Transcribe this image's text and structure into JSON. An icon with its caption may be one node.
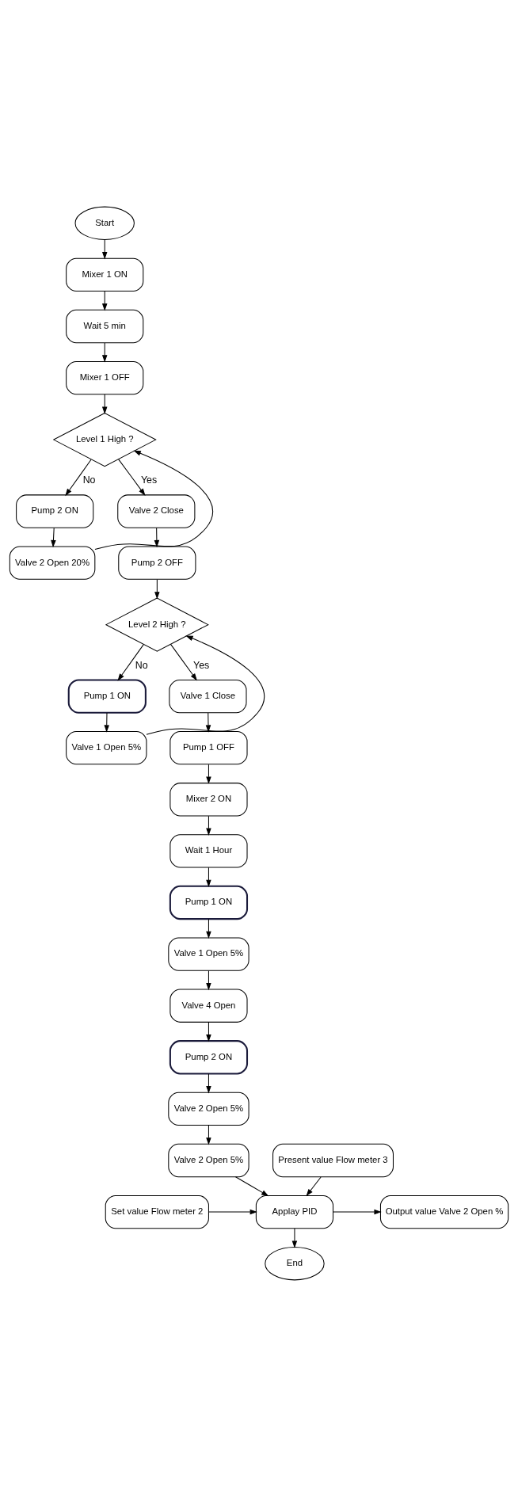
{
  "diagram": {
    "nodes": [
      {
        "text": [
          "Start"
        ]
      },
      {
        "text": [
          "Mixer 1 ON"
        ]
      },
      {
        "text": [
          "Wait 5 min"
        ]
      },
      {
        "text": [
          "Mixer 1 OFF"
        ]
      },
      {
        "text": [
          "Level 1 High ?"
        ]
      },
      {
        "text": [
          "Pump 2 ON"
        ]
      },
      {
        "text": [
          "Valve 2 Open 20%"
        ]
      },
      {
        "text": [
          "Valve 2 Close"
        ]
      },
      {
        "text": [
          "Pump 2 OFF"
        ]
      },
      {
        "text": [
          "Level 2 High ?"
        ]
      },
      {
        "text": [
          "Pump 1 ON"
        ]
      },
      {
        "text": [
          "Valve 1 Open 5%"
        ]
      },
      {
        "text": [
          "Valve 1 Close"
        ]
      },
      {
        "text": [
          "Pump 1 OFF"
        ]
      },
      {
        "text": [
          "Mixer 2 ON"
        ]
      },
      {
        "text": [
          "Wait 1 Hour"
        ]
      },
      {
        "text": [
          "Pump 1 ON"
        ]
      },
      {
        "text": [
          "Valve 1 Open 5%"
        ]
      },
      {
        "text": [
          "Valve 4 Open"
        ]
      },
      {
        "text": [
          "Pump 2 ON"
        ]
      },
      {
        "text": [
          "Valve 2 Open 5%"
        ]
      },
      {
        "text": [
          "Valve 2 Open 5%"
        ]
      },
      {
        "text": [
          "Set value Flow meter 2"
        ]
      },
      {
        "text": [
          "Present value Flow meter 3"
        ]
      },
      {
        "text": [
          "Applay PID"
        ]
      },
      {
        "text": [
          "Output value Valve 2 Open %"
        ]
      },
      {
        "text": [
          "End"
        ]
      }
    ],
    "edges": [
      {
        "from": 0,
        "to": 1,
        "arrow": "to"
      },
      {
        "from": 1,
        "to": 2,
        "arrow": "to"
      },
      {
        "from": 2,
        "to": 3,
        "arrow": "to"
      },
      {
        "from": 3,
        "to": 4,
        "arrow": "to"
      },
      {
        "from": 4,
        "to": 5,
        "arrow": "to",
        "label": "No"
      },
      {
        "from": 5,
        "to": 6,
        "arrow": "to"
      },
      {
        "from": 6,
        "to": 4,
        "arrow": "to"
      },
      {
        "from": 4,
        "to": 7,
        "arrow": "to",
        "label": "Yes"
      },
      {
        "from": 7,
        "to": 8,
        "arrow": "to"
      },
      {
        "from": 8,
        "to": 9,
        "arrow": "to"
      },
      {
        "from": 9,
        "to": 10,
        "arrow": "to",
        "label": "No"
      },
      {
        "from": 10,
        "to": 11,
        "arrow": "to"
      },
      {
        "from": 11,
        "to": 9,
        "arrow": "to"
      },
      {
        "from": 9,
        "to": 12,
        "arrow": "to",
        "label": "Yes"
      },
      {
        "from": 12,
        "to": 13,
        "arrow": "to"
      },
      {
        "from": 13,
        "to": 14,
        "arrow": "to"
      },
      {
        "from": 14,
        "to": 15,
        "arrow": "to"
      },
      {
        "from": 15,
        "to": 16,
        "arrow": "to"
      },
      {
        "from": 16,
        "to": 17,
        "arrow": "to"
      },
      {
        "from": 17,
        "to": 18,
        "arrow": "to"
      },
      {
        "from": 18,
        "to": 19,
        "arrow": "to"
      },
      {
        "from": 19,
        "to": 20,
        "arrow": "to"
      },
      {
        "from": 20,
        "to": 21,
        "arrow": "to"
      },
      {
        "from": 21,
        "to": 24,
        "arrow": "to"
      },
      {
        "from": 22,
        "to": 24,
        "arrow": "to"
      },
      {
        "from": 23,
        "to": 24,
        "arrow": "to"
      },
      {
        "from": 24,
        "to": 25,
        "arrow": "to"
      },
      {
        "from": 24,
        "to": 26,
        "arrow": "to"
      }
    ]
  }
}
